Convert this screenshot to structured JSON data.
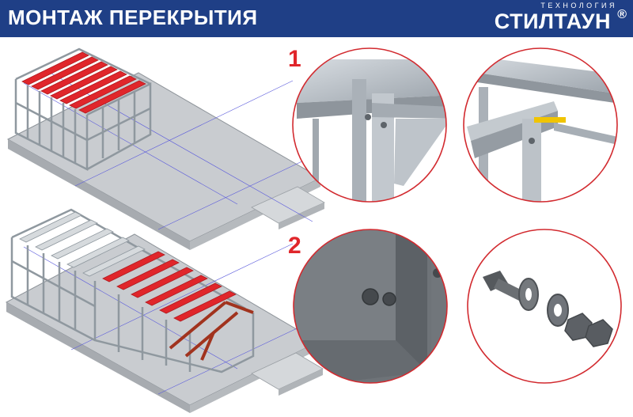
{
  "header": {
    "title": "МОНТАЖ ПЕРЕКРЫТИЯ",
    "brand_sub": "ТЕХНОЛОГИЯ",
    "brand_name": "СТИЛТАУН",
    "brand_reg": "®"
  },
  "steps": [
    {
      "number": "1"
    },
    {
      "number": "2"
    }
  ],
  "colors": {
    "header_bg": "#1f3f86",
    "accent_red": "#e0262b",
    "steel": "#b9c0c7",
    "slab": "#c9ccd0"
  },
  "icons": [
    "floor-assembly-illustration",
    "detail-zoom-circle"
  ]
}
